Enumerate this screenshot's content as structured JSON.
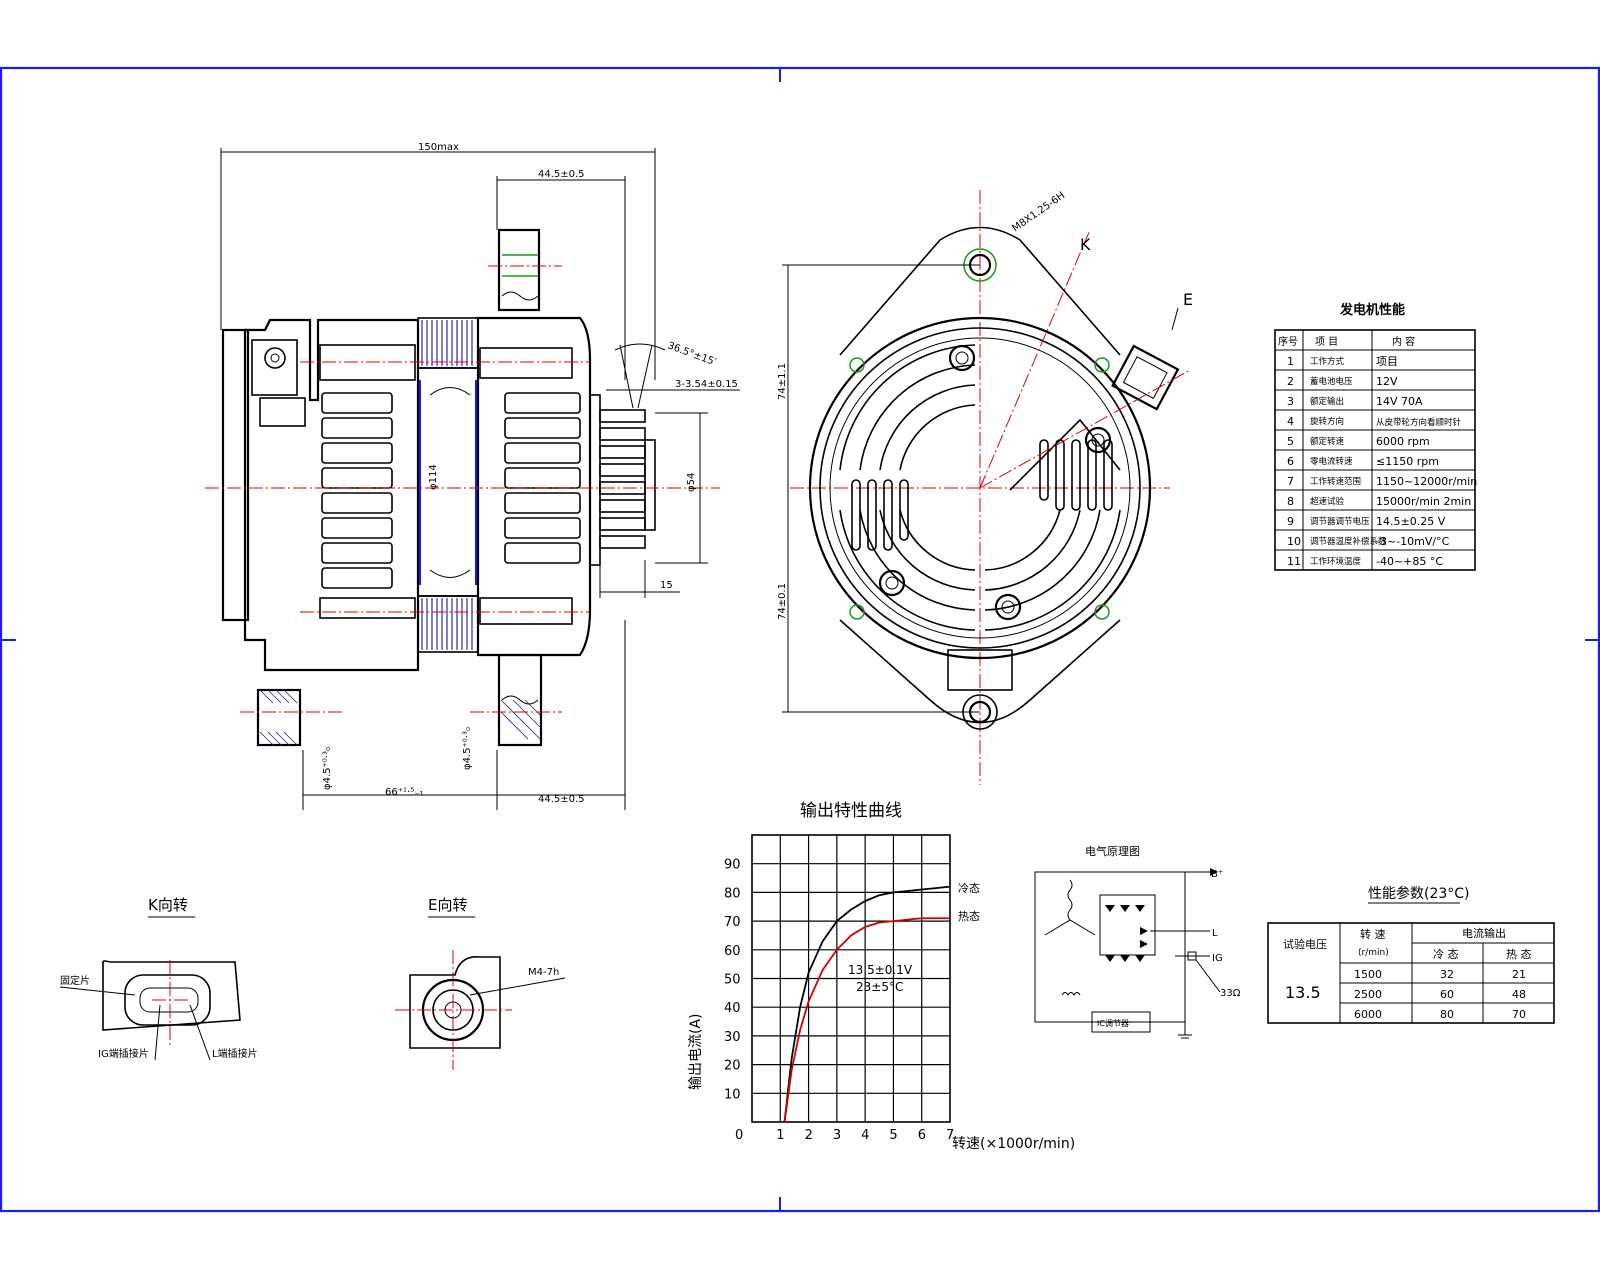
{
  "drawing": {
    "dim_labels": {
      "overall_length": "150max",
      "top_44": "44.5±0.5",
      "bottom_44": "44.5±0.5",
      "bottom_66": "66⁺¹·⁵₋₁",
      "angle": "36.5°±15′",
      "groove": "3-3.54±0.15",
      "dia_114": "φ114",
      "dia_54": "φ54",
      "width_15": "15",
      "hole_left": "φ4.5⁺⁰·³₀",
      "hole_right": "φ4.5⁺⁰·³₀",
      "thread": "M8X1.25-6H",
      "k_arrow": "K",
      "e_arrow": "E",
      "height_upper": "74±1.1",
      "height_lower": "74±0.1"
    },
    "views": {
      "k_view_title": "K向转",
      "e_view_title": "E向转",
      "fixing_piece": "固定片",
      "ig_terminal": "IG端插接片",
      "l_terminal": "L端插接片",
      "m4": "M4-7h"
    }
  },
  "performance_table": {
    "title": "发电机性能",
    "headers": [
      "序号",
      "项  目",
      "内        容"
    ],
    "rows": [
      [
        "1",
        "工作方式",
        "项目"
      ],
      [
        "2",
        "蓄电池电压",
        "12V"
      ],
      [
        "3",
        "额定输出",
        "14V   70A"
      ],
      [
        "4",
        "旋转方向",
        "从皮带轮方向看顺时针"
      ],
      [
        "5",
        "额定转速",
        "6000 rpm"
      ],
      [
        "6",
        "零电流转速",
        "≤1150 rpm"
      ],
      [
        "7",
        "工作转速范围",
        "1150~12000r/min"
      ],
      [
        "8",
        "超速试验",
        "15000r/min   2min"
      ],
      [
        "9",
        "调节器调节电压",
        "14.5±0.25  V"
      ],
      [
        "10",
        "调节器温度补偿系数",
        "-3~-10mV/°C"
      ],
      [
        "11",
        "工作环境温度",
        "-40~+85 °C"
      ]
    ]
  },
  "params_table": {
    "title": "性能参数(23°C)",
    "h_voltage": "试验电压",
    "h_speed": "转 速",
    "h_speed_unit": "(r/min)",
    "h_output": "电流输出",
    "h_cold": "冷 态",
    "h_hot": "热 态",
    "voltage": "13.5",
    "rows": [
      {
        "speed": "1500",
        "cold": "32",
        "hot": "21"
      },
      {
        "speed": "2500",
        "cold": "60",
        "hot": "48"
      },
      {
        "speed": "6000",
        "cold": "80",
        "hot": "70"
      }
    ]
  },
  "circuit": {
    "title": "电气原理图",
    "b_plus": "B⁺",
    "l": "L",
    "ig": "IG",
    "resistor": "33Ω",
    "regulator": "IC调节器"
  },
  "chart_data": {
    "type": "line",
    "title": "输出特性曲线",
    "xlabel": "转速(×1000r/min)",
    "ylabel": "输出电流(A)",
    "xlim": [
      0,
      7
    ],
    "ylim": [
      0,
      100
    ],
    "x_ticks": [
      "0",
      "1",
      "2",
      "3",
      "4",
      "5",
      "6",
      "7"
    ],
    "y_ticks": [
      "10",
      "20",
      "30",
      "40",
      "50",
      "60",
      "70",
      "80",
      "90"
    ],
    "annotation": [
      "13.5±0.1V",
      "23±5°C"
    ],
    "grid": true,
    "series": [
      {
        "name": "冷态",
        "color": "#000000",
        "x": [
          1.15,
          1.4,
          1.7,
          2.0,
          2.5,
          3.0,
          3.5,
          4.0,
          4.5,
          5.0,
          5.5,
          6.0,
          6.5,
          7.0
        ],
        "y": [
          0,
          22,
          40,
          52,
          63,
          70,
          74,
          77,
          79,
          80,
          80.5,
          81,
          81.5,
          82
        ]
      },
      {
        "name": "热态",
        "color": "#d00000",
        "x": [
          1.15,
          1.4,
          1.7,
          2.0,
          2.5,
          3.0,
          3.5,
          4.0,
          4.5,
          5.0,
          5.5,
          6.0,
          6.5,
          7.0
        ],
        "y": [
          0,
          18,
          32,
          42,
          53,
          60,
          65,
          68,
          69.5,
          70,
          70.5,
          71,
          71,
          71
        ]
      }
    ]
  }
}
